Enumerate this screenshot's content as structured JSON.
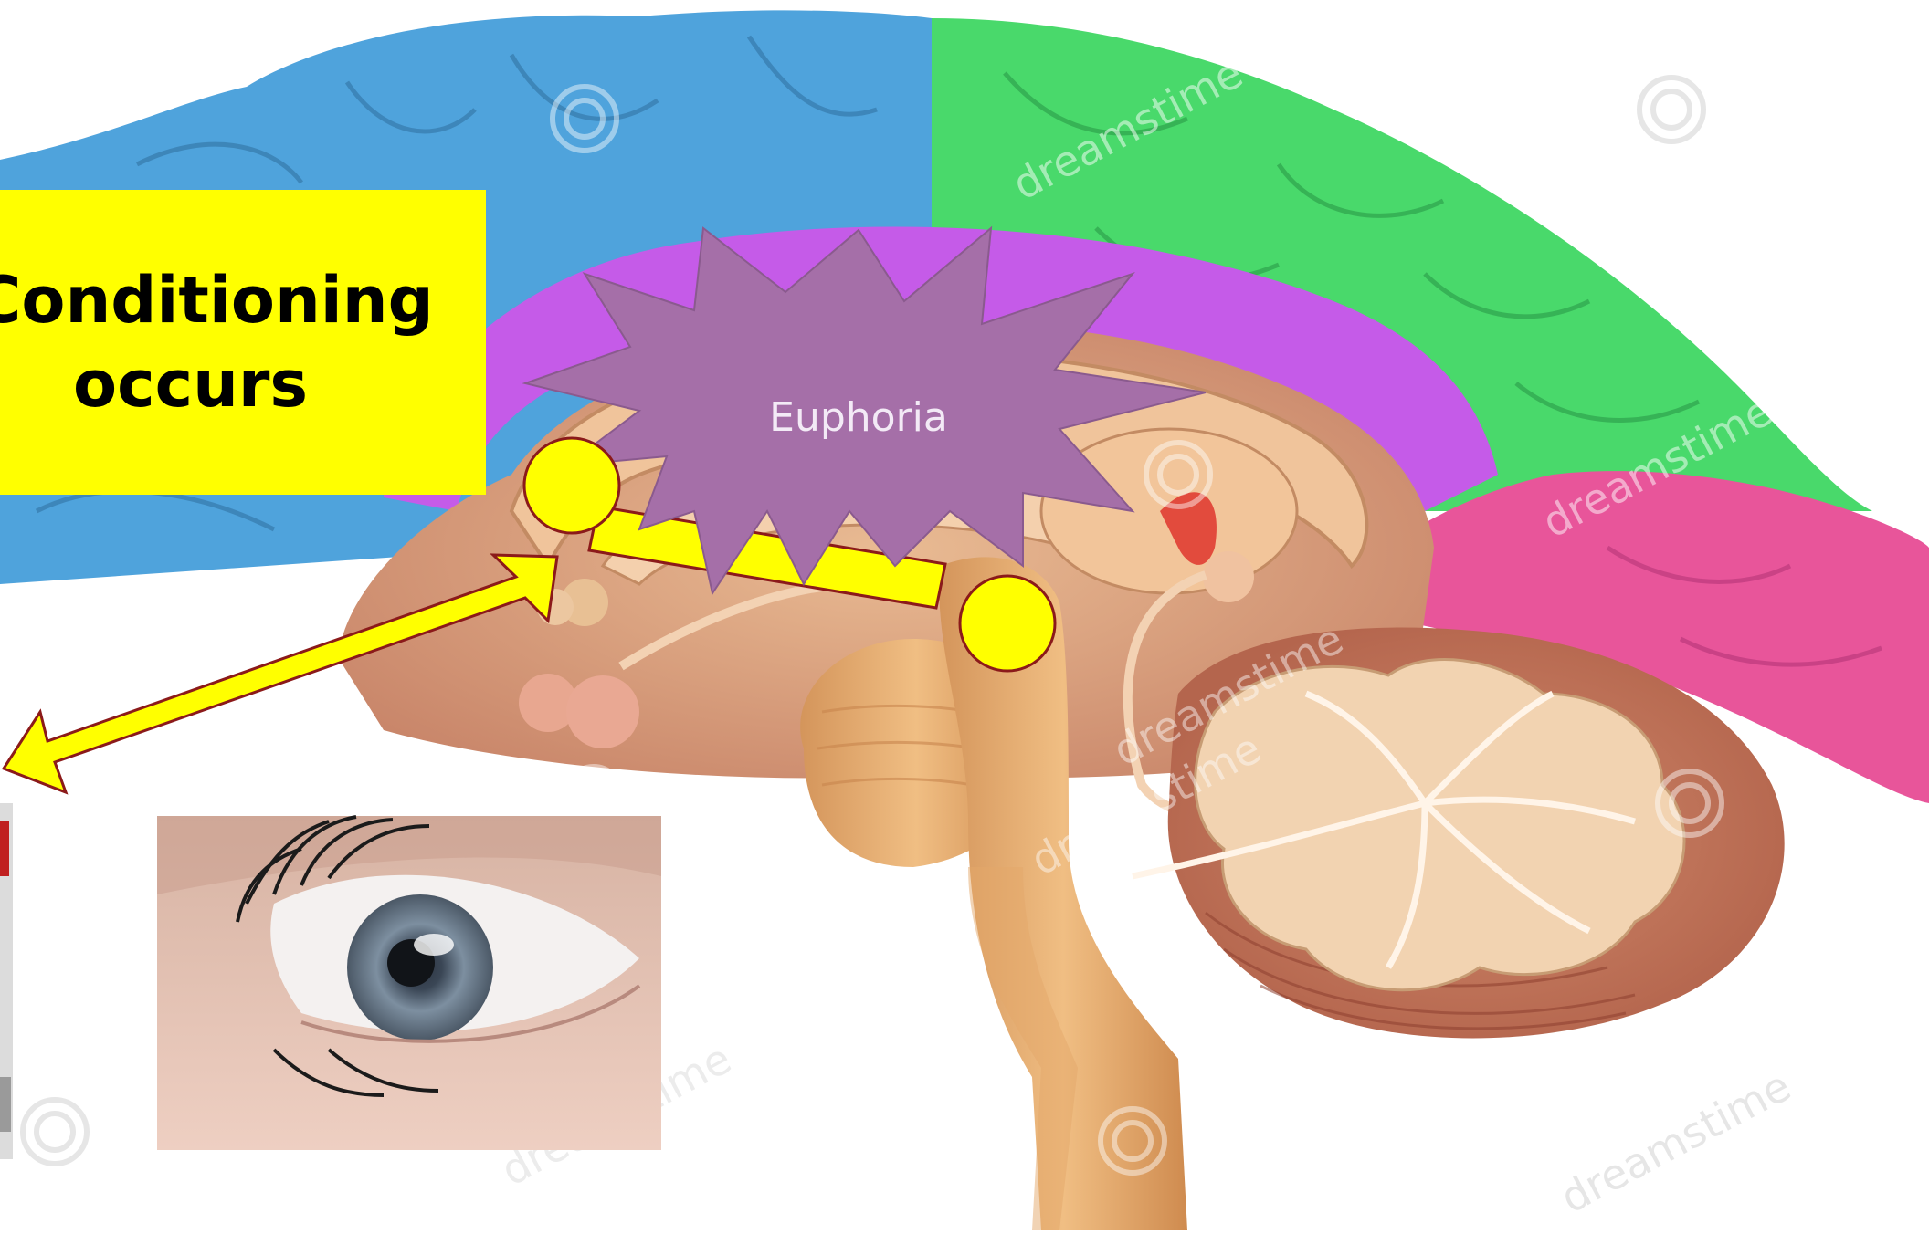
{
  "callout": {
    "line1": "Conditioning",
    "line2": "occurs",
    "background": "#ffff00"
  },
  "burst": {
    "label": "Euphoria",
    "fill": "#a56fa8"
  },
  "watermark": {
    "text": "dreamstime"
  },
  "colors": {
    "frontal_lobe": "#4fa3dc",
    "parietal_lobe": "#49d96b",
    "occipital_lobe": "#e8559a",
    "cingulate": "#c55be8",
    "marker": "#ffff00",
    "marker_outline": "#8b1a1a"
  },
  "icons": [
    "eye-photo",
    "bottle-fragment",
    "double-arrow",
    "connector-bar"
  ]
}
